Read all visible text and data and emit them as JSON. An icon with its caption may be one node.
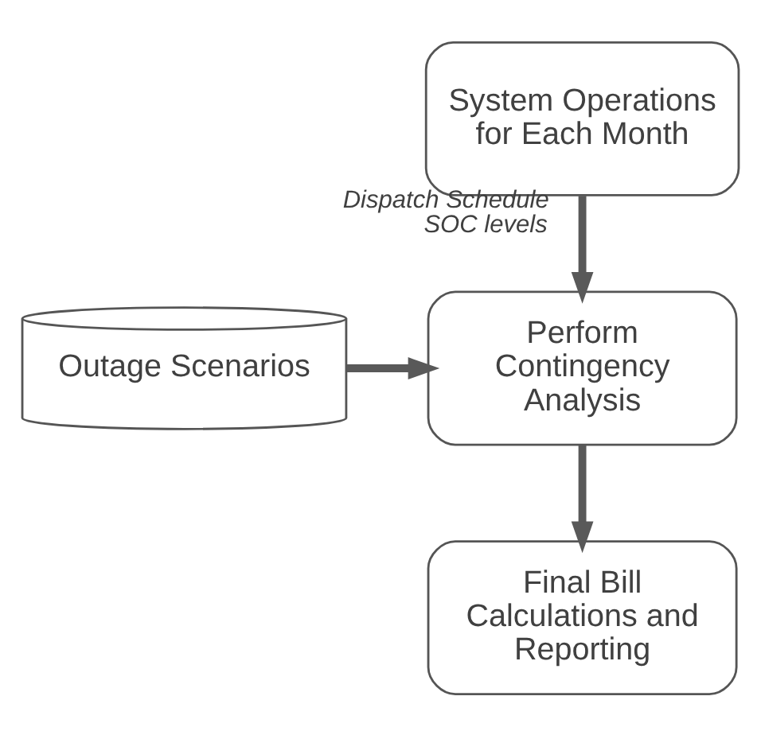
{
  "diagram": {
    "nodes": [
      {
        "text": [
          "System Operations for Each Month"
        ]
      },
      {
        "text": [
          "Outage Scenarios"
        ]
      },
      {
        "text": [
          "Perform Contingency Analysis"
        ]
      },
      {
        "text": [
          "Final Bill Calculations and Reporting"
        ]
      }
    ],
    "edges": [
      {
        "from": 0,
        "to": 2,
        "arrow": "to",
        "label": "Dispatch Schedule SOC levels"
      },
      {
        "from": 1,
        "to": 2,
        "arrow": "to"
      },
      {
        "from": 2,
        "to": 3,
        "arrow": "to"
      }
    ]
  }
}
